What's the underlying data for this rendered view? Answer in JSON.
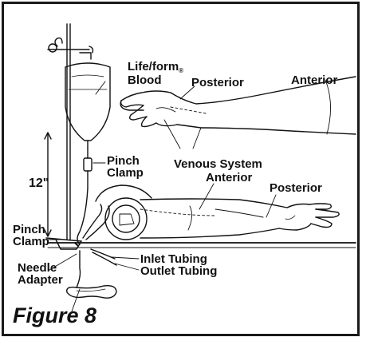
{
  "labels": {
    "lifeform_line1": "Life/form",
    "lifeform_reg": "®",
    "lifeform_line2": "Blood",
    "posterior_top": "Posterior",
    "anterior_top": "Anterior",
    "pinch_clamp_upper_1": "Pinch",
    "pinch_clamp_upper_2": "Clamp",
    "venous_system": "Venous System",
    "anterior_lower": "Anterior",
    "posterior_lower": "Posterior",
    "height_12": "12\"",
    "pinch_clamp_lower_1": "Pinch",
    "pinch_clamp_lower_2": "Clamp",
    "needle_adapter_1": "Needle",
    "needle_adapter_2": "Adapter",
    "inlet_tubing": "Inlet Tubing",
    "outlet_tubing": "Outlet Tubing"
  },
  "caption": "Figure 8",
  "colors": {
    "ink": "#111111",
    "frame": "#1a1a1a",
    "background": "#ffffff"
  }
}
